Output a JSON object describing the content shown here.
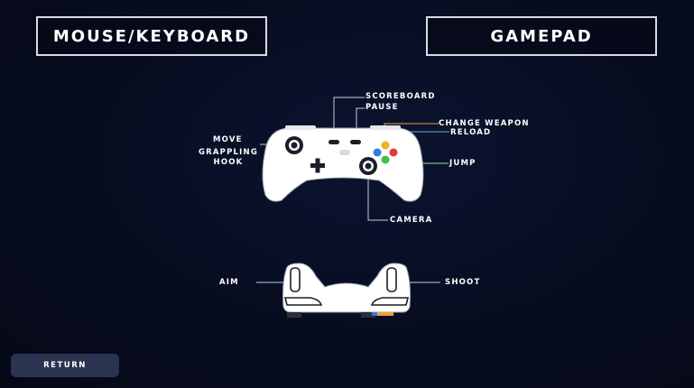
{
  "tabs": [
    {
      "label": "MOUSE/KEYBOARD"
    },
    {
      "label": "GAMEPAD"
    }
  ],
  "controls": {
    "scoreboard": "SCOREBOARD",
    "pause": "PAUSE",
    "change_weapon": "CHANGE WEAPON",
    "reload": "RELOAD",
    "move": "MOVE",
    "grappling_hook_1": "GRAPPLING",
    "grappling_hook_2": "HOOK",
    "jump": "JUMP",
    "camera": "CAMERA",
    "aim": "AIM",
    "shoot": "SHOOT"
  },
  "return_label": "RETURN",
  "colors": {
    "background": "#070c20",
    "controller": "#ffffff",
    "button_blue": "#2f7de1",
    "button_yellow": "#f2b21b",
    "button_red": "#e53935",
    "button_green": "#3cc24a",
    "line_orange": "#e8a33a",
    "line_blue": "#6fa8dc",
    "line_green": "#9be28a",
    "return_bg": "#2a3450"
  }
}
